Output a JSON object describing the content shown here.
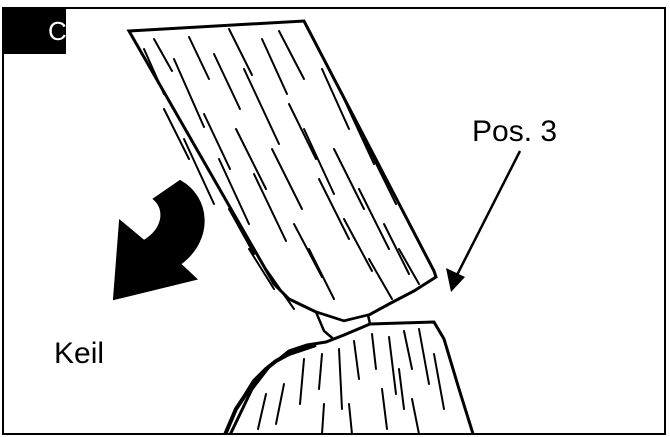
{
  "figure": {
    "badge_letter": "C",
    "position_label": "Pos. 3",
    "wedge_label": "Keil"
  },
  "colors": {
    "ink": "#000000",
    "paper": "#ffffff"
  }
}
